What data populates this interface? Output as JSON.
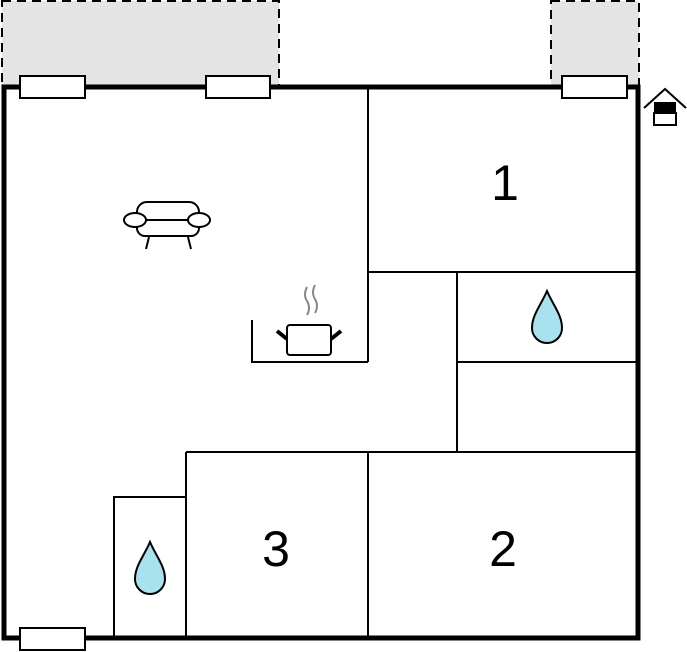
{
  "rooms": [
    {
      "label": "1"
    },
    {
      "label": "2"
    },
    {
      "label": "3"
    }
  ],
  "colors": {
    "terrace": "#e4e4e4",
    "water": "#a8e2ee",
    "wall": "#000000"
  },
  "icons": [
    "sofa-icon",
    "cooking-pot-icon",
    "water-drop-icon",
    "entrance-icon",
    "window-icon"
  ]
}
